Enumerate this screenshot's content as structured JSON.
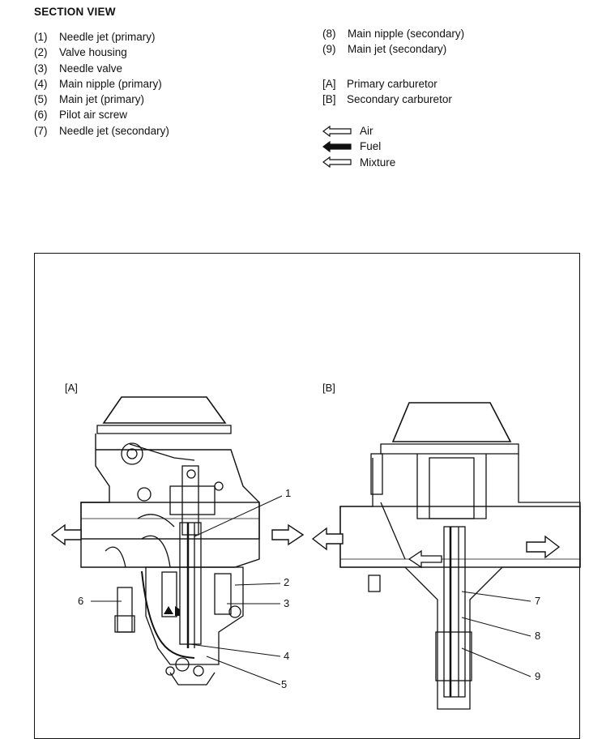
{
  "title": "SECTION VIEW",
  "parts_left": [
    {
      "num": "(1)",
      "label": "Needle jet (primary)"
    },
    {
      "num": "(2)",
      "label": "Valve housing"
    },
    {
      "num": "(3)",
      "label": "Needle valve"
    },
    {
      "num": "(4)",
      "label": "Main nipple (primary)"
    },
    {
      "num": "(5)",
      "label": "Main jet (primary)"
    },
    {
      "num": "(6)",
      "label": "Pilot air screw"
    },
    {
      "num": "(7)",
      "label": "Needle jet (secondary)"
    }
  ],
  "parts_right": [
    {
      "num": "(8)",
      "label": "Main nipple (secondary)"
    },
    {
      "num": "(9)",
      "label": "Main jet (secondary)"
    }
  ],
  "carburetors": [
    {
      "num": "[A]",
      "label": "Primary carburetor"
    },
    {
      "num": "[B]",
      "label": "Secondary carburetor"
    }
  ],
  "legend": [
    {
      "label": "Air",
      "icon": "arrow-outline-icon"
    },
    {
      "label": "Fuel",
      "icon": "arrow-solid-icon"
    },
    {
      "label": "Mixture",
      "icon": "arrow-outline-icon"
    }
  ],
  "diagram": {
    "label_a": "[A]",
    "label_b": "[B]",
    "callouts": [
      "1",
      "2",
      "3",
      "4",
      "5",
      "6",
      "7",
      "8",
      "9"
    ]
  }
}
